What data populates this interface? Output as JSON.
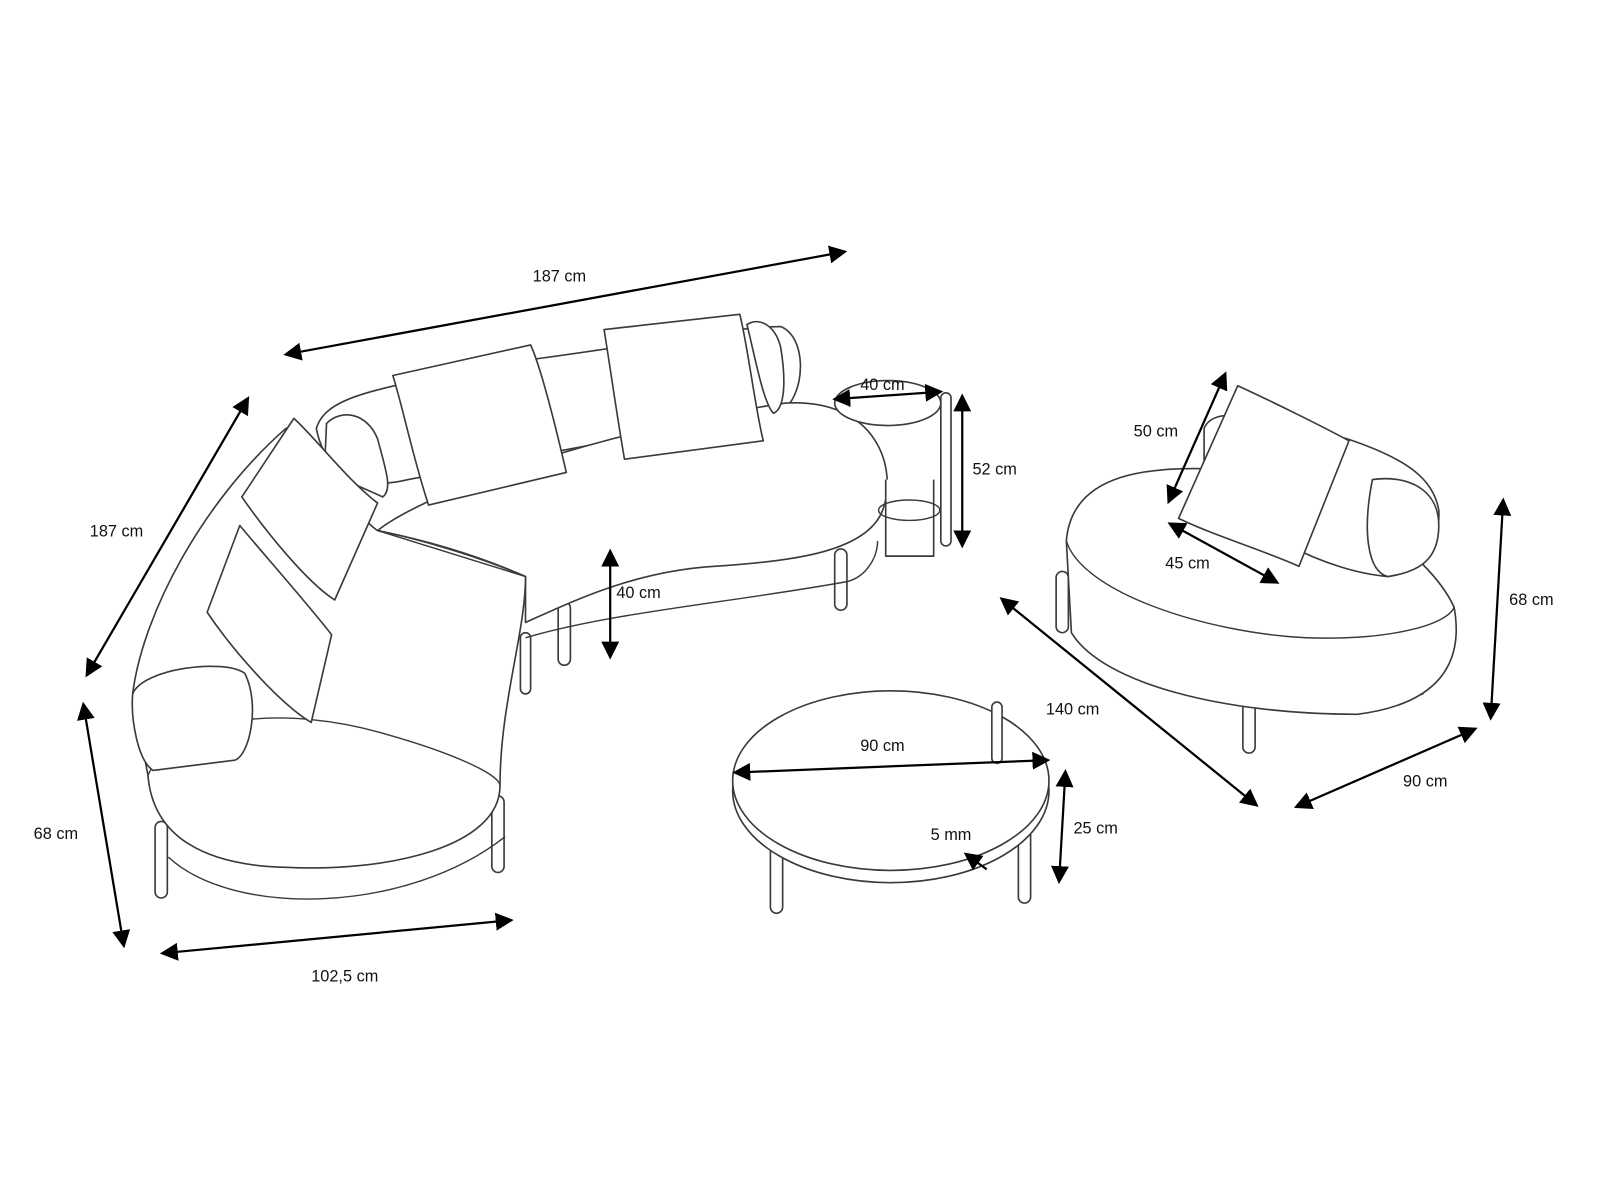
{
  "title": "Outdoor lounge set dimensions",
  "colors": {
    "line": "#3a3a3a",
    "arrow": "#000000",
    "background": "#ffffff"
  },
  "sofa": {
    "back_width": "187 cm",
    "side_depth": "187 cm",
    "height": "68 cm",
    "chaise_width": "102,5 cm",
    "seat_height": "40 cm"
  },
  "side_table": {
    "diameter": "40 cm",
    "height": "52 cm"
  },
  "armchair": {
    "cushion_height": "50 cm",
    "cushion_width": "45 cm",
    "height": "68 cm",
    "length": "140 cm",
    "depth": "90 cm"
  },
  "coffee_table": {
    "diameter": "90 cm",
    "height": "25 cm",
    "edge_thickness": "5 mm"
  }
}
